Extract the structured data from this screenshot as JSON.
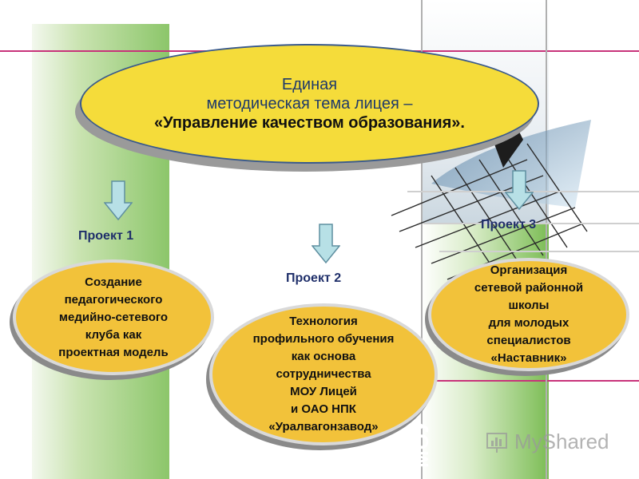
{
  "main_theme": {
    "line1": "Единая",
    "line2": "методическая тема лицея –",
    "line3": "«Управление качеством образования»."
  },
  "projects": [
    {
      "label": "Проект 1",
      "lines": [
        "Создание",
        "педагогического",
        "медийно-сетевого",
        "клуба как",
        "проектная модель"
      ]
    },
    {
      "label": "Проект 2",
      "lines": [
        "Технология",
        "профильного обучения",
        "как основа",
        "сотрудничества",
        "МОУ Лицей",
        "и ОАО НПК",
        "«Уралвагонзавод»"
      ]
    },
    {
      "label": "Проект 3",
      "lines": [
        "Организация",
        "сетевой районной",
        "школы",
        "для молодых",
        "специалистов",
        "«Наставник»"
      ]
    }
  ],
  "side_text": "МОУ",
  "watermark": "MyShared",
  "colors": {
    "main_ellipse": "#f5dc3a",
    "project_ellipse": "#f2c23a",
    "arrow_fill": "#b7e0e6",
    "accent_line": "#c8337a"
  }
}
